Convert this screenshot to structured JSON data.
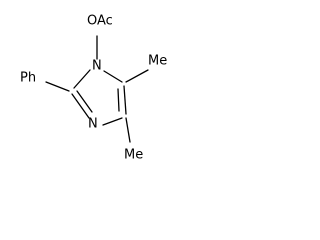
{
  "molecule": {
    "labels": {
      "oac": "OAc",
      "n1": "N",
      "n3": "N",
      "ph": "Ph",
      "me_top": "Me",
      "me_bottom": "Me"
    }
  }
}
